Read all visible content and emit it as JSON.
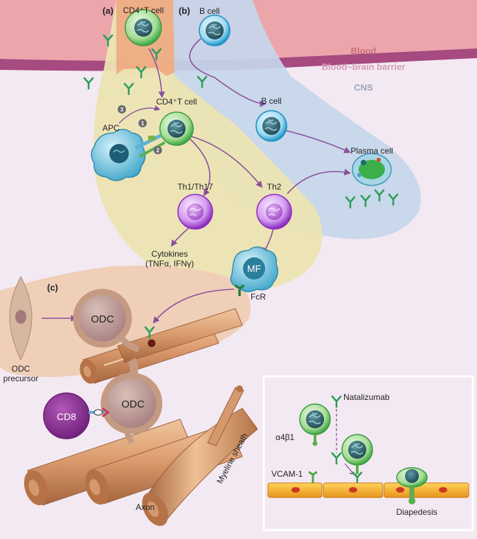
{
  "panels": {
    "a": "(a)",
    "b": "(b)",
    "c": "(c)"
  },
  "bands": {
    "blood": "Blood",
    "bbb": "Blood–brain barrier",
    "cns": "CNS"
  },
  "cells": {
    "cd4_top": "CD4⁺T cell",
    "b_top": "B cell",
    "cd4_mid": "CD4⁺T cell",
    "b_mid": "B cell",
    "apc": "APC",
    "plasma": "Plasma cell",
    "th1": "Th1/Th17",
    "th2": "Th2",
    "mf": "MF",
    "fcr": "FcR",
    "odc1": "ODC",
    "odc2": "ODC",
    "cd8": "CD8",
    "odc_precursor_1": "ODC",
    "odc_precursor_2": "precursor"
  },
  "cytokines": {
    "line1": "Cytokines",
    "line2": "(TNFα, IFNγ)"
  },
  "steps": [
    "1",
    "2",
    "3"
  ],
  "axon": {
    "axon": "Axon",
    "myelin": "Myeline sheath"
  },
  "inset": {
    "natalizumab": "Natalizumab",
    "integrin": "α4β1",
    "vcam": "VCAM-1",
    "diapedesis": "Diapedesis"
  },
  "colors": {
    "blood": "#eca6ab",
    "barrier": "#a64a80",
    "yellow_region": "#ece4b2",
    "blue_region": "#c6d6ea",
    "orange_region": "#efcfb8",
    "cd4": "#4cb44e",
    "bcell": "#27a6d6",
    "th": "#9b36c9",
    "cd8": "#8c2b95",
    "odc": "#c29a80",
    "antibody": "#2e9e5b",
    "arrow": "#8a4f9a"
  }
}
